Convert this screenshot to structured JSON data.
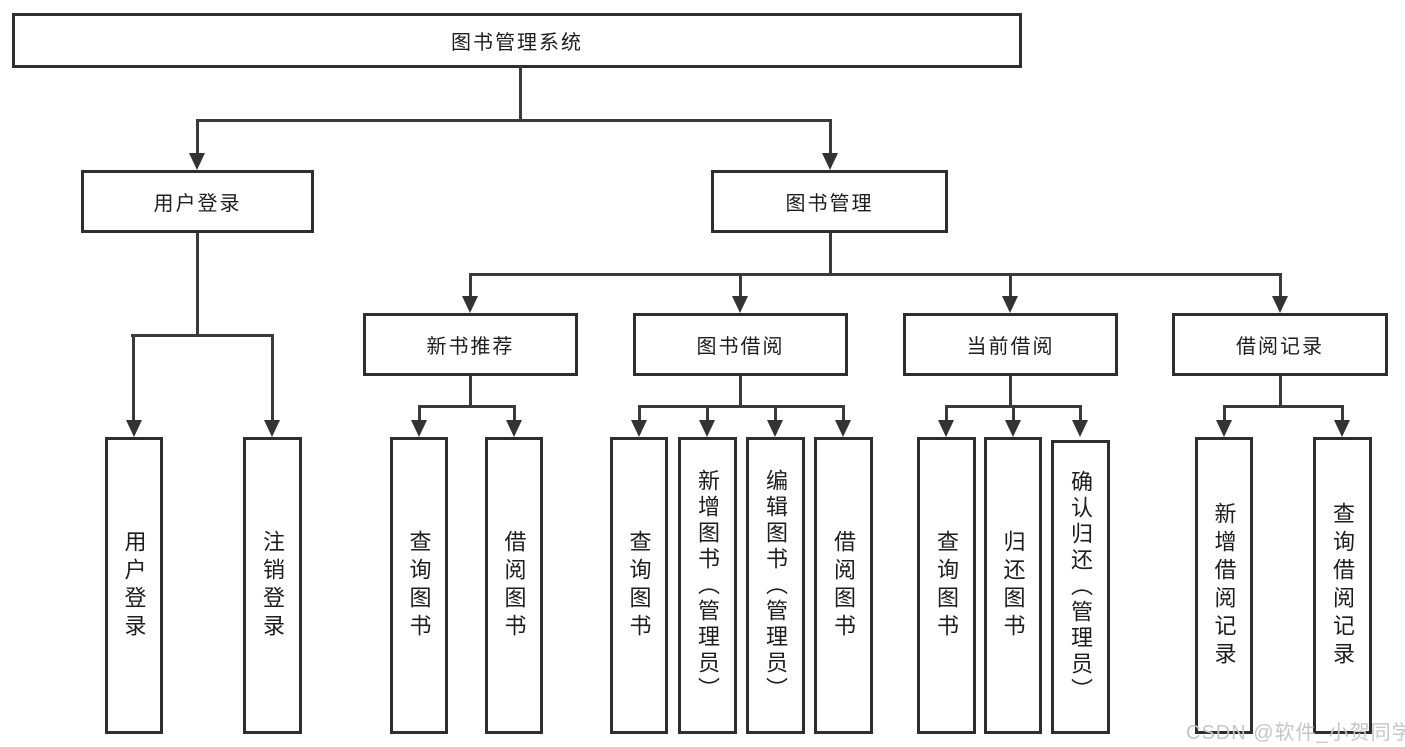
{
  "title": "图书管理系统",
  "tree": {
    "label": "图书管理系统",
    "children": [
      {
        "label": "用户登录",
        "children": [
          {
            "label": "用户登录"
          },
          {
            "label": "注销登录"
          }
        ]
      },
      {
        "label": "图书管理",
        "children": [
          {
            "label": "新书推荐",
            "children": [
              {
                "label": "查询图书"
              },
              {
                "label": "借阅图书"
              }
            ]
          },
          {
            "label": "图书借阅",
            "children": [
              {
                "label": "查询图书"
              },
              {
                "label": "新增图书（管理员）"
              },
              {
                "label": "编辑图书（管理员）"
              },
              {
                "label": "借阅图书"
              }
            ]
          },
          {
            "label": "当前借阅",
            "children": [
              {
                "label": "查询图书"
              },
              {
                "label": "归还图书"
              },
              {
                "label": "确认归还（管理员）"
              }
            ]
          },
          {
            "label": "借阅记录",
            "children": [
              {
                "label": "新增借阅记录"
              },
              {
                "label": "查询借阅记录"
              }
            ]
          }
        ]
      }
    ]
  },
  "watermark": {
    "text": "CSDN @软件_小贺同学"
  },
  "colors": {
    "background": "#ffffff",
    "box_border": "#2e2e2e",
    "connector": "#3a3a3a",
    "text": "#1d1d1d",
    "watermark": "#c6c6c6"
  }
}
